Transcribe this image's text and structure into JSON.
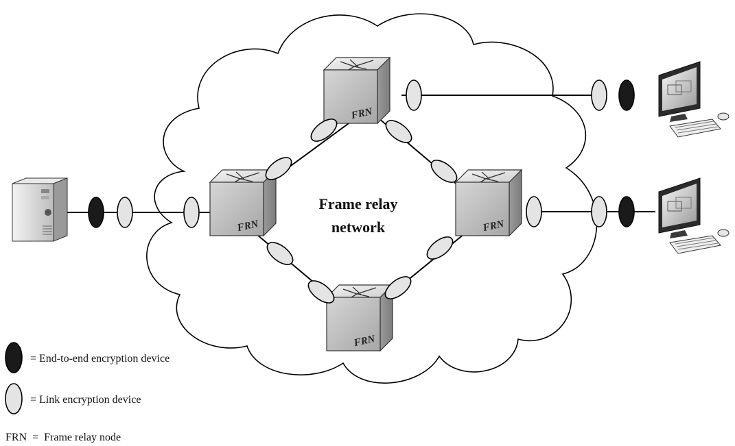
{
  "cloud": {
    "title_line1": "Frame relay",
    "title_line2": "network"
  },
  "nodes": {
    "frn_label": "FRN"
  },
  "legend": {
    "end_to_end": "=  End-to-end encryption device",
    "link": "=  Link encryption device",
    "frn": "FRN  =  Frame relay node"
  },
  "colors": {
    "end_to_end_device": "#1a1a1a",
    "link_device": "#e4e4e4",
    "node_face": "#bdbdbd"
  },
  "icons": [
    "server-tower-icon",
    "desktop-computer-icon",
    "frame-relay-node-icon",
    "cloud-icon"
  ]
}
